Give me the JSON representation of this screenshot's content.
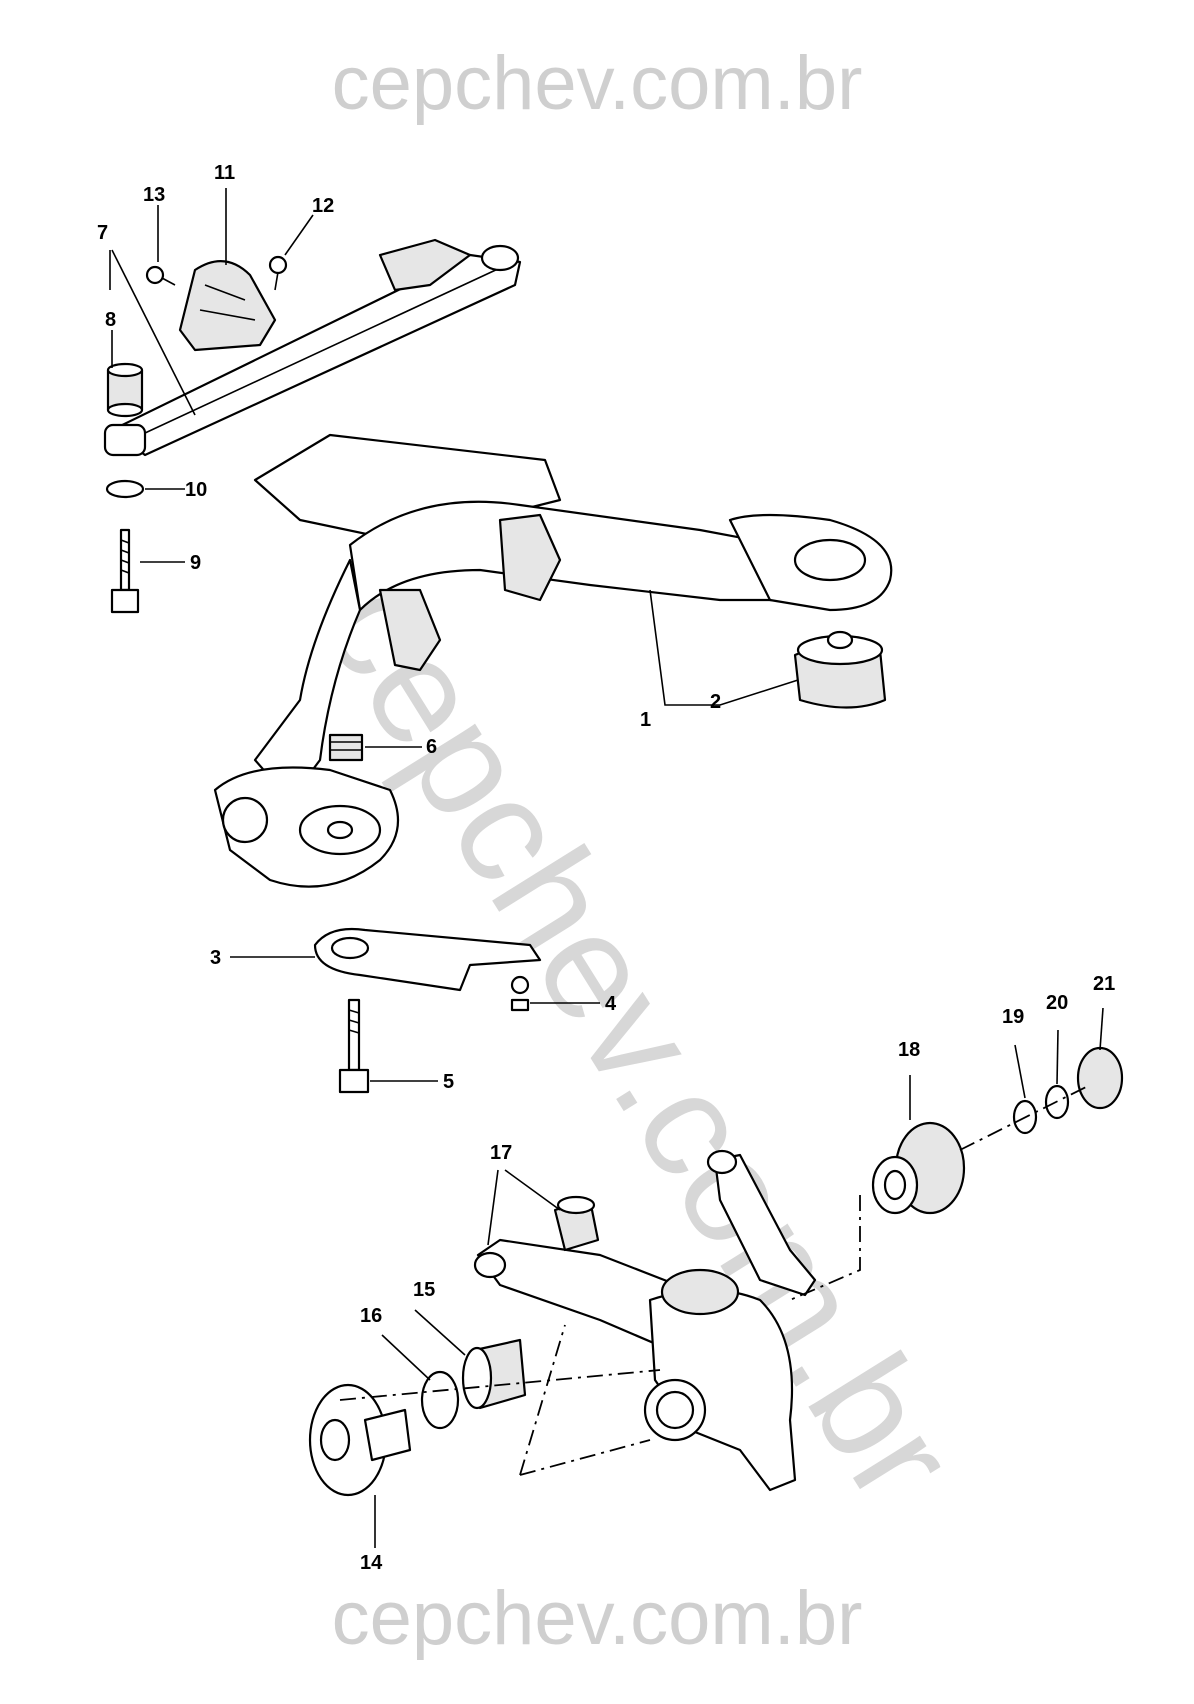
{
  "watermark": {
    "top_text": "cepchev.com.br",
    "bottom_text": "cepchev.com.br",
    "diagonal_text": "cepchev.com.br"
  },
  "callouts": {
    "c1": "1",
    "c2": "2",
    "c3": "3",
    "c4": "4",
    "c5": "5",
    "c6": "6",
    "c7": "7",
    "c8": "8",
    "c9": "9",
    "c10": "10",
    "c11": "11",
    "c12": "12",
    "c13": "13",
    "c14": "14",
    "c15": "15",
    "c16": "16",
    "c17": "17",
    "c18": "18",
    "c19": "19",
    "c20": "20",
    "c21": "21"
  },
  "colors": {
    "line": "#000000",
    "watermark": "#cfcfcf",
    "background": "#ffffff"
  }
}
